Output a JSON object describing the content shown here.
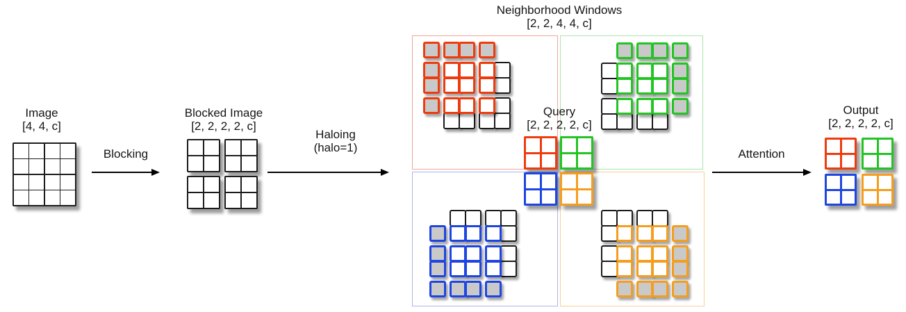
{
  "stages": {
    "image": {
      "title": "Image",
      "shape": "[4, 4, c]",
      "grid": {
        "rows": 4,
        "cols": 4
      }
    },
    "blocked": {
      "title": "Blocked Image",
      "shape": "[2, 2, 2, 2, c]",
      "grid": {
        "block_grid": "2x2 blocks of 2x2 cells"
      }
    },
    "neighborhood": {
      "title": "Neighborhood Windows",
      "shape": "[2, 2, 4, 4, c]"
    },
    "query": {
      "title": "Query",
      "shape": "[2, 2, 2, 2, c]"
    },
    "output": {
      "title": "Output",
      "shape": "[2, 2, 2, 2, c]"
    }
  },
  "arrows": [
    {
      "id": "blocking",
      "label": "Blocking"
    },
    {
      "id": "haloing",
      "label": "Haloing",
      "sublabel": "(halo=1)"
    },
    {
      "id": "attention",
      "label": "Attention"
    }
  ],
  "colors": {
    "red": "#ee3b0e",
    "green": "#21c422",
    "blue": "#1e45e2",
    "orange": "#f59d1e",
    "black": "#1a1a1a",
    "gray": "#c9c9c9",
    "white": "#ffffff",
    "box_red": "#f5a596",
    "box_green": "#abe3ab",
    "box_blue": "#aab4ec",
    "box_orange": "#f6cf9b",
    "wall_black": "#1c1c1c",
    "arrow": "#000000"
  },
  "block_order": [
    "red",
    "green",
    "blue",
    "orange"
  ],
  "legend_semantics": {
    "gray_fill": "padding cells added by haloing",
    "colored_border": "cells inside this block's neighborhood window",
    "black_border": "neighboring block cells outside the window"
  },
  "windows": [
    {
      "id": "red",
      "colGaps": [
        1,
        3
      ],
      "rowGaps": [
        1,
        3
      ],
      "cells": [
        [
          0,
          0,
          "red",
          "gray"
        ],
        [
          1,
          0,
          "red",
          "gray"
        ],
        [
          2,
          0,
          "red",
          "gray"
        ],
        [
          3,
          0,
          "red",
          "gray"
        ],
        [
          0,
          1,
          "red",
          "gray"
        ],
        [
          0,
          2,
          "red",
          "gray"
        ],
        [
          0,
          3,
          "red",
          "gray"
        ],
        [
          1,
          1,
          "red",
          "white"
        ],
        [
          2,
          1,
          "red",
          "white"
        ],
        [
          1,
          2,
          "red",
          "white"
        ],
        [
          2,
          2,
          "red",
          "white"
        ],
        [
          3,
          1,
          "red",
          "white"
        ],
        [
          4,
          1,
          "black",
          "white"
        ],
        [
          3,
          2,
          "red",
          "white"
        ],
        [
          4,
          2,
          "black",
          "white"
        ],
        [
          1,
          3,
          "red",
          "white"
        ],
        [
          2,
          3,
          "red",
          "white"
        ],
        [
          1,
          4,
          "black",
          "white"
        ],
        [
          2,
          4,
          "black",
          "white"
        ],
        [
          3,
          3,
          "red",
          "white"
        ],
        [
          4,
          3,
          "black",
          "white"
        ],
        [
          3,
          4,
          "black",
          "white"
        ],
        [
          4,
          4,
          "black",
          "white"
        ]
      ]
    },
    {
      "id": "green",
      "colGaps": [
        2,
        4
      ],
      "rowGaps": [
        1,
        3
      ],
      "cells": [
        [
          1,
          0,
          "green",
          "gray"
        ],
        [
          2,
          0,
          "green",
          "gray"
        ],
        [
          3,
          0,
          "green",
          "gray"
        ],
        [
          4,
          0,
          "green",
          "gray"
        ],
        [
          0,
          1,
          "black",
          "white"
        ],
        [
          1,
          1,
          "green",
          "white"
        ],
        [
          0,
          2,
          "black",
          "white"
        ],
        [
          1,
          2,
          "green",
          "white"
        ],
        [
          2,
          1,
          "green",
          "white"
        ],
        [
          3,
          1,
          "green",
          "white"
        ],
        [
          2,
          2,
          "green",
          "white"
        ],
        [
          3,
          2,
          "green",
          "white"
        ],
        [
          4,
          1,
          "green",
          "gray"
        ],
        [
          4,
          2,
          "green",
          "gray"
        ],
        [
          4,
          3,
          "green",
          "gray"
        ],
        [
          0,
          3,
          "black",
          "white"
        ],
        [
          1,
          3,
          "green",
          "white"
        ],
        [
          0,
          4,
          "black",
          "white"
        ],
        [
          1,
          4,
          "black",
          "white"
        ],
        [
          2,
          3,
          "green",
          "white"
        ],
        [
          3,
          3,
          "green",
          "white"
        ],
        [
          2,
          4,
          "black",
          "white"
        ],
        [
          3,
          4,
          "black",
          "white"
        ]
      ]
    },
    {
      "id": "blue",
      "colGaps": [
        1,
        3
      ],
      "rowGaps": [
        2,
        4
      ],
      "cells": [
        [
          1,
          0,
          "black",
          "white"
        ],
        [
          2,
          0,
          "black",
          "white"
        ],
        [
          1,
          1,
          "blue",
          "white"
        ],
        [
          2,
          1,
          "blue",
          "white"
        ],
        [
          3,
          0,
          "black",
          "white"
        ],
        [
          4,
          0,
          "black",
          "white"
        ],
        [
          3,
          1,
          "blue",
          "white"
        ],
        [
          4,
          1,
          "black",
          "white"
        ],
        [
          0,
          1,
          "blue",
          "gray"
        ],
        [
          0,
          2,
          "blue",
          "gray"
        ],
        [
          0,
          3,
          "blue",
          "gray"
        ],
        [
          1,
          2,
          "blue",
          "white"
        ],
        [
          2,
          2,
          "blue",
          "white"
        ],
        [
          1,
          3,
          "blue",
          "white"
        ],
        [
          2,
          3,
          "blue",
          "white"
        ],
        [
          3,
          2,
          "blue",
          "white"
        ],
        [
          4,
          2,
          "black",
          "white"
        ],
        [
          3,
          3,
          "blue",
          "white"
        ],
        [
          4,
          3,
          "black",
          "white"
        ],
        [
          0,
          4,
          "blue",
          "gray"
        ],
        [
          1,
          4,
          "blue",
          "gray"
        ],
        [
          2,
          4,
          "blue",
          "gray"
        ],
        [
          3,
          4,
          "blue",
          "gray"
        ]
      ]
    },
    {
      "id": "orange",
      "colGaps": [
        2,
        4
      ],
      "rowGaps": [
        2,
        4
      ],
      "cells": [
        [
          0,
          0,
          "black",
          "white"
        ],
        [
          1,
          0,
          "black",
          "white"
        ],
        [
          0,
          1,
          "black",
          "white"
        ],
        [
          1,
          1,
          "orange",
          "white"
        ],
        [
          2,
          0,
          "black",
          "white"
        ],
        [
          3,
          0,
          "black",
          "white"
        ],
        [
          2,
          1,
          "orange",
          "white"
        ],
        [
          3,
          1,
          "orange",
          "white"
        ],
        [
          4,
          1,
          "orange",
          "gray"
        ],
        [
          4,
          2,
          "orange",
          "gray"
        ],
        [
          4,
          3,
          "orange",
          "gray"
        ],
        [
          0,
          2,
          "black",
          "white"
        ],
        [
          1,
          2,
          "orange",
          "white"
        ],
        [
          0,
          3,
          "black",
          "white"
        ],
        [
          1,
          3,
          "orange",
          "white"
        ],
        [
          2,
          2,
          "orange",
          "white"
        ],
        [
          3,
          2,
          "orange",
          "white"
        ],
        [
          2,
          3,
          "orange",
          "white"
        ],
        [
          3,
          3,
          "orange",
          "white"
        ],
        [
          1,
          4,
          "orange",
          "gray"
        ],
        [
          2,
          4,
          "orange",
          "gray"
        ],
        [
          3,
          4,
          "orange",
          "gray"
        ],
        [
          4,
          4,
          "orange",
          "gray"
        ]
      ]
    }
  ]
}
